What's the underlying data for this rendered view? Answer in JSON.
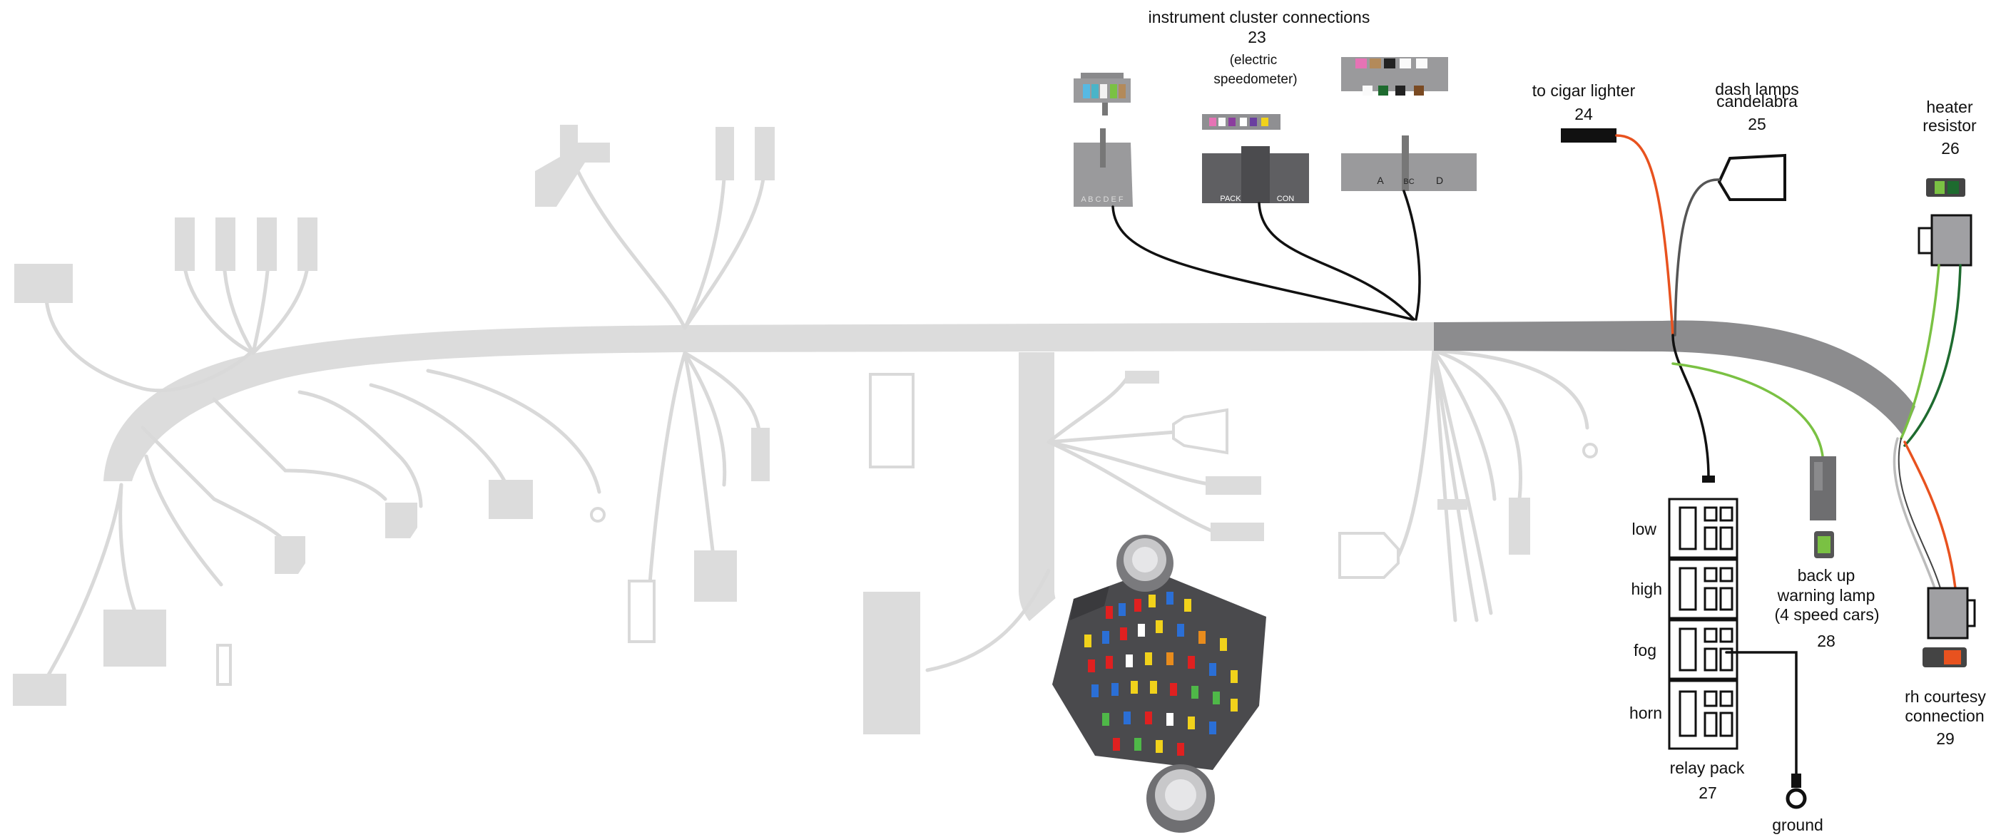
{
  "labels": {
    "instrument_cluster_title": "instrument cluster connections",
    "instrument_cluster_number": "23",
    "electric_speedometer_line1": "(electric",
    "electric_speedometer_line2": "speedometer)",
    "cigar_lighter": "to cigar lighter",
    "cigar_lighter_number": "24",
    "dash_lamps_line1": "dash lamps",
    "dash_lamps_line2": "candelabra",
    "dash_lamps_number": "25",
    "heater_line1": "heater",
    "heater_line2": "resistor",
    "heater_number": "26",
    "relay_pack": "relay pack",
    "relay_pack_number": "27",
    "backup_line1": "back up",
    "backup_line2": "warning lamp",
    "backup_line3": "(4 speed cars)",
    "backup_number": "28",
    "courtesy_line1": "rh courtesy",
    "courtesy_line2": "connection",
    "courtesy_number": "29",
    "ground": "ground"
  },
  "relay_labels": [
    "low",
    "high",
    "fog",
    "horn"
  ],
  "connector_pins": {
    "cluster_left": "A B C D E F",
    "speedo_left": "PACK",
    "speedo_right": "CON",
    "cluster_right_a": "A",
    "cluster_right_bc": "BC",
    "cluster_right_d": "D"
  },
  "colors": {
    "harness_ghost": "#dcdcdc",
    "harness_active": "#8c8c8e",
    "connector_gray": "#9a9a9c",
    "wire_black": "#111111",
    "wire_orange": "#e8521f",
    "wire_green": "#7ac143",
    "wire_dark_green": "#1e6b2f",
    "wire_gray": "#555555"
  }
}
